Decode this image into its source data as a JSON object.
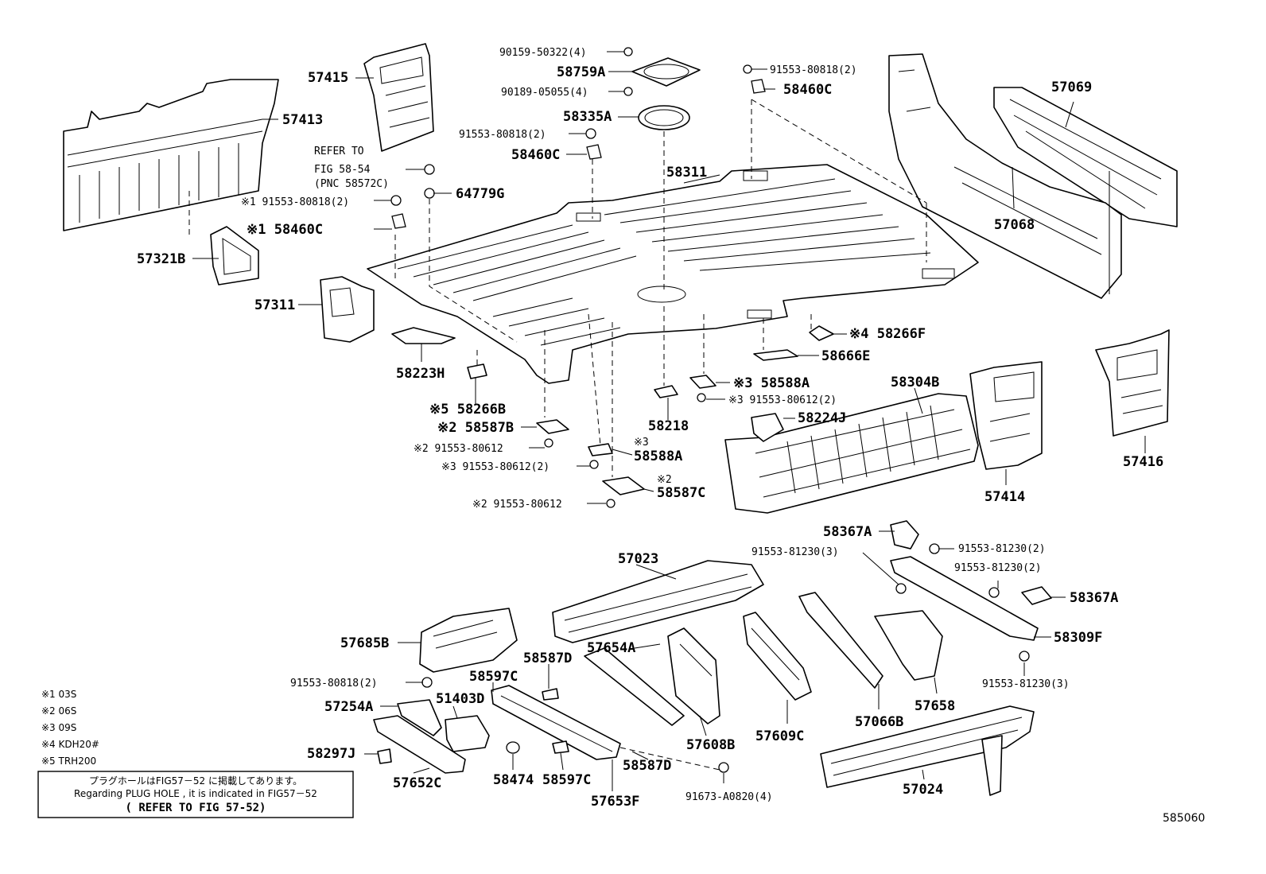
{
  "figure_id": "585060",
  "labels": {
    "l57415": "57415",
    "l57413": "57413",
    "l90159": "90159-50322(4)",
    "l58759A": "58759A",
    "l90189": "90189-05055(4)",
    "l58335A": "58335A",
    "l91553_818a": "91553-80818(2)",
    "l58460C_a": "58460C",
    "l91553_818b": "91553-80818(2)",
    "l58460C_b": "58460C",
    "l57069": "57069",
    "l57068": "57068",
    "lReferTo": "REFER TO",
    "lFig5854": "FIG 58-54",
    "lPnc": "(PNC 58572C)",
    "l58311": "58311",
    "l64779G": "64779G",
    "l91553_818c": "※1 91553-80818(2)",
    "l58460C_c": "※1 58460C",
    "l57321B": "57321B",
    "l57311": "57311",
    "l58223H": "58223H",
    "l58266B": "※5 58266B",
    "l58587B": "※2 58587B",
    "l91553_612a": "※2 91553-80612",
    "l91553_612b": "※3 91553-80612(2)",
    "l91553_612c": "※2 91553-80612",
    "l58588A_a": "58588A",
    "l58588A_a_note": "※3",
    "l58587C": "58587C",
    "l58587C_note": "※2",
    "l58218": "58218",
    "l58266F": "※4 58266F",
    "l58666E": "58666E",
    "l58588A_b": "※3 58588A",
    "l91553_612d": "※3 91553-80612(2)",
    "l58224J": "58224J",
    "l58304B": "58304B",
    "l57414": "57414",
    "l57416": "57416",
    "l58367A_a": "58367A",
    "l91553_1230a": "91553-81230(2)",
    "l91553_1230b": "91553-81230(3)",
    "l91553_1230c": "91553-81230(2)",
    "l58367A_b": "58367A",
    "l58309F": "58309F",
    "l91553_1230d": "91553-81230(3)",
    "l57023": "57023",
    "l57685B": "57685B",
    "l91553_818d": "91553-80818(2)",
    "l57654A": "57654A",
    "l58587D_a": "58587D",
    "l58597C_a": "58597C",
    "l51403D": "51403D",
    "l57254A": "57254A",
    "l58297J": "58297J",
    "l57652C": "57652C",
    "l58474": "58474",
    "l58597C_b": "58597C",
    "l57653F": "57653F",
    "l58587D_b": "58587D",
    "l57608B": "57608B",
    "l57609C": "57609C",
    "l57066B": "57066B",
    "l57658": "57658",
    "l91673": "91673-A0820(4)",
    "l57024": "57024"
  },
  "legend": [
    "※1 03S",
    "※2 06S",
    "※3 09S",
    "※4 KDH20#",
    "※5 TRH200"
  ],
  "note": {
    "line_ja": "プラグホールはFIG57－52 に掲載してあります。",
    "line_en": "Regarding PLUG HOLE , it is indicated in FIG57－52",
    "line_ref": "( REFER TO FIG 57-52)"
  }
}
